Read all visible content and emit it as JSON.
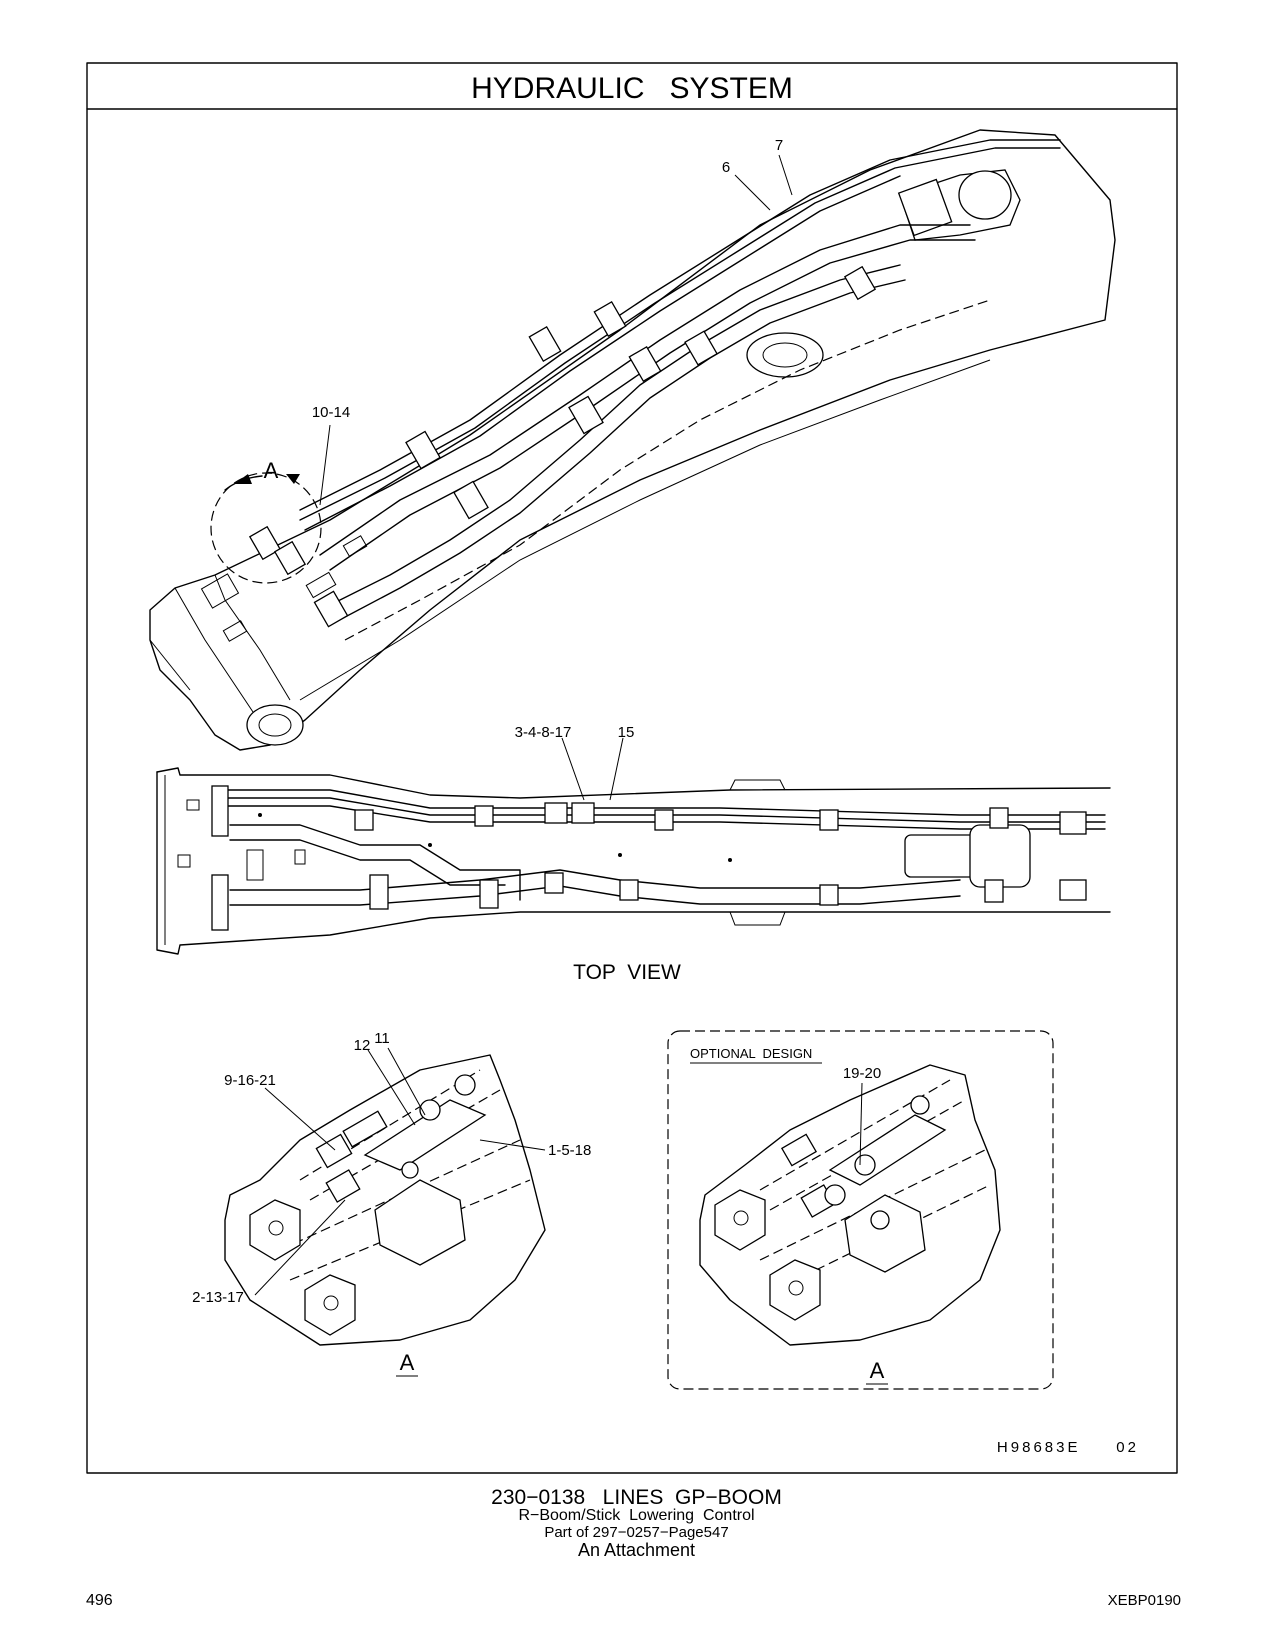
{
  "title": "HYDRAULIC   SYSTEM",
  "callouts": {
    "c6": "6",
    "c7": "7",
    "c10_14": "10-14",
    "view_a": "A",
    "c3_4_8_17": "3-4-8-17",
    "c15": "15",
    "c9_16_21": "9-16-21",
    "c12": "12",
    "c11": "11",
    "c1_5_18": "1-5-18",
    "c2_13_17": "2-13-17",
    "c19_20": "19-20"
  },
  "top_view_label": "TOP  VIEW",
  "detail_left_label": "A",
  "optional_design_label": "OPTIONAL  DESIGN",
  "detail_right_label": "A",
  "illustration_id": "H98683E     02",
  "footer": {
    "line1": "230−0138   LINES  GP−BOOM",
    "line2": "R−Boom/Stick  Lowering  Control",
    "line3": "Part of 297−0257−Page547",
    "line4": "An Attachment"
  },
  "page_number": "496",
  "doc_code": "XEBP0190"
}
